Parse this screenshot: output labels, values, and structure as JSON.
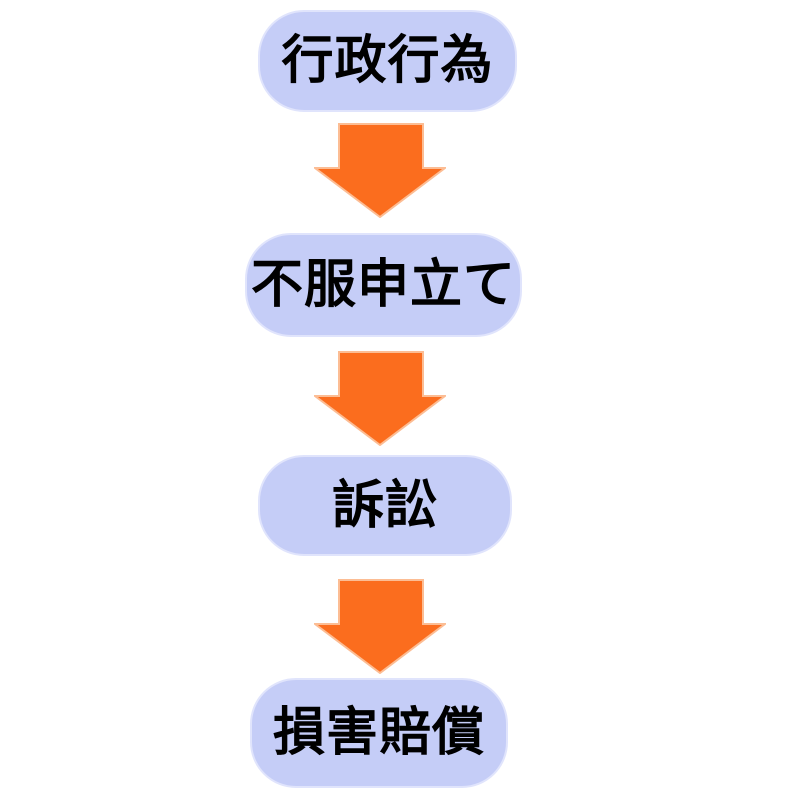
{
  "flowchart": {
    "steps": [
      {
        "label": "行政行為"
      },
      {
        "label": "不服申立て"
      },
      {
        "label": "訴訟"
      },
      {
        "label": "損害賠償"
      }
    ],
    "connector": "down-block-arrow",
    "colors": {
      "background": "#FFFFFF",
      "box_fill": "#C5CDF7",
      "box_border": "#E0E4FC",
      "arrow_fill": "#FB6D1E",
      "arrow_border": "#FCBD94",
      "text": "#000000"
    }
  }
}
